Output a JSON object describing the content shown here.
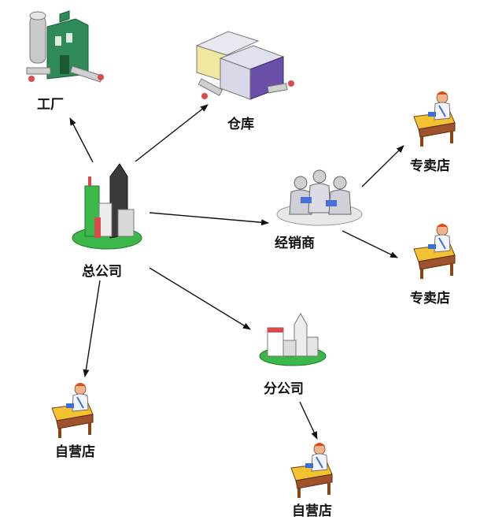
{
  "nodes": {
    "factory": {
      "label": "工厂",
      "icon": "factory-icon"
    },
    "warehouse": {
      "label": "仓库",
      "icon": "warehouse-icon"
    },
    "headquarters": {
      "label": "总公司",
      "icon": "headquarters-building-icon"
    },
    "distributor": {
      "label": "经销商",
      "icon": "distributor-people-icon"
    },
    "specialty_store_1": {
      "label": "专卖店",
      "icon": "store-clerk-icon"
    },
    "specialty_store_2": {
      "label": "专卖店",
      "icon": "store-clerk-icon"
    },
    "branch_company": {
      "label": "分公司",
      "icon": "branch-building-icon"
    },
    "own_store_1": {
      "label": "自营店",
      "icon": "store-clerk-icon"
    },
    "own_store_2": {
      "label": "自营店",
      "icon": "store-clerk-icon"
    }
  },
  "edges": [
    {
      "from": "headquarters",
      "to": "factory"
    },
    {
      "from": "headquarters",
      "to": "warehouse"
    },
    {
      "from": "headquarters",
      "to": "distributor"
    },
    {
      "from": "headquarters",
      "to": "branch_company"
    },
    {
      "from": "headquarters",
      "to": "own_store_1"
    },
    {
      "from": "distributor",
      "to": "specialty_store_1"
    },
    {
      "from": "distributor",
      "to": "specialty_store_2"
    },
    {
      "from": "branch_company",
      "to": "own_store_2"
    }
  ],
  "colors": {
    "arrow": "#111111",
    "ground": "#3cb84a",
    "building_green": "#2e8b57",
    "warehouse_purple": "#6a4fa8",
    "clerk_orange": "#e0702a",
    "desk_brown": "#8b4513"
  }
}
